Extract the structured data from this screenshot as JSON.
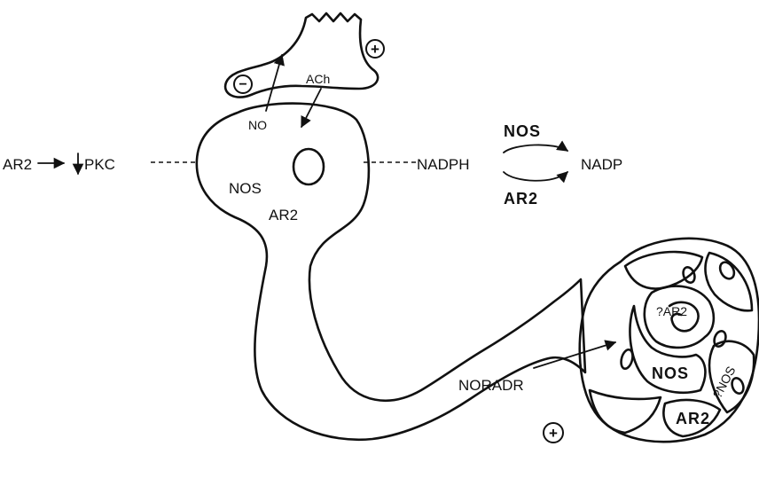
{
  "labels": {
    "ar2_left": "AR2",
    "pkc": "PKC",
    "no": "NO",
    "ach": "ACh",
    "nos_soma": "NOS",
    "ar2_soma": "AR2",
    "nadph": "NADPH",
    "nadp": "NADP",
    "nos_top": "NOS",
    "ar2_bottom": "AR2",
    "noradr": "NORADR",
    "q_ar2": "?AR2",
    "nos_vessel": "NOS",
    "q_nos": "?NOS",
    "ar2_vessel": "AR2"
  },
  "signs": {
    "presyn_minus": "−",
    "presyn_plus": "+",
    "terminal_plus": "+"
  }
}
